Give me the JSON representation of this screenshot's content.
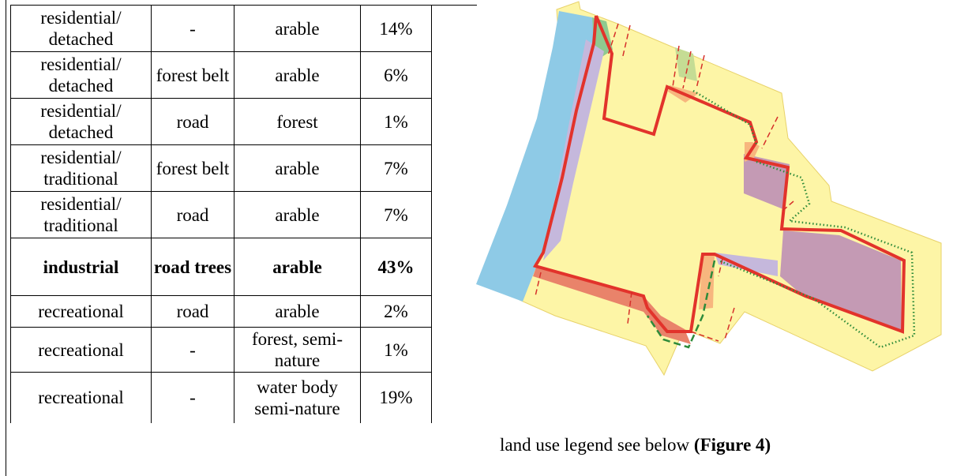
{
  "table": {
    "rows": [
      {
        "use": "residential/ detached",
        "barrier": "-",
        "neighbour": "arable",
        "share": "14%",
        "bold": false
      },
      {
        "use": "residential/ detached",
        "barrier": "forest belt",
        "neighbour": "arable",
        "share": "6%",
        "bold": false
      },
      {
        "use": "residential/ detached",
        "barrier": "road",
        "neighbour": "forest",
        "share": "1%",
        "bold": false
      },
      {
        "use": "residential/ traditional",
        "barrier": "forest belt",
        "neighbour": "arable",
        "share": "7%",
        "bold": false
      },
      {
        "use": "residential/ traditional",
        "barrier": "road",
        "neighbour": "arable",
        "share": "7%",
        "bold": false
      },
      {
        "use": "industrial",
        "barrier": "road trees",
        "neighbour": "arable",
        "share": "43%",
        "bold": true
      },
      {
        "use": "recreational",
        "barrier": "road",
        "neighbour": "arable",
        "share": "2%",
        "bold": false
      },
      {
        "use": "recreational",
        "barrier": "-",
        "neighbour": "forest, semi-nature",
        "share": "1%",
        "bold": false
      },
      {
        "use": "recreational",
        "barrier": "-",
        "neighbour": "water body semi-nature",
        "share": "19%",
        "bold": false
      }
    ]
  },
  "caption": {
    "text": "land use legend see below ",
    "bold_text": "(Figure 4)"
  },
  "colors": {
    "water": "#8ecae6",
    "arable": "#fdf5a6",
    "forest": "#8fc98f",
    "meadow": "#c5dc94",
    "industrial": "#c49ab4",
    "lavender": "#c5b8dc",
    "salmon": "#e9836a",
    "orange": "#f7b67e",
    "boundary": "#e2332b",
    "trees": "#2e8b3a"
  }
}
